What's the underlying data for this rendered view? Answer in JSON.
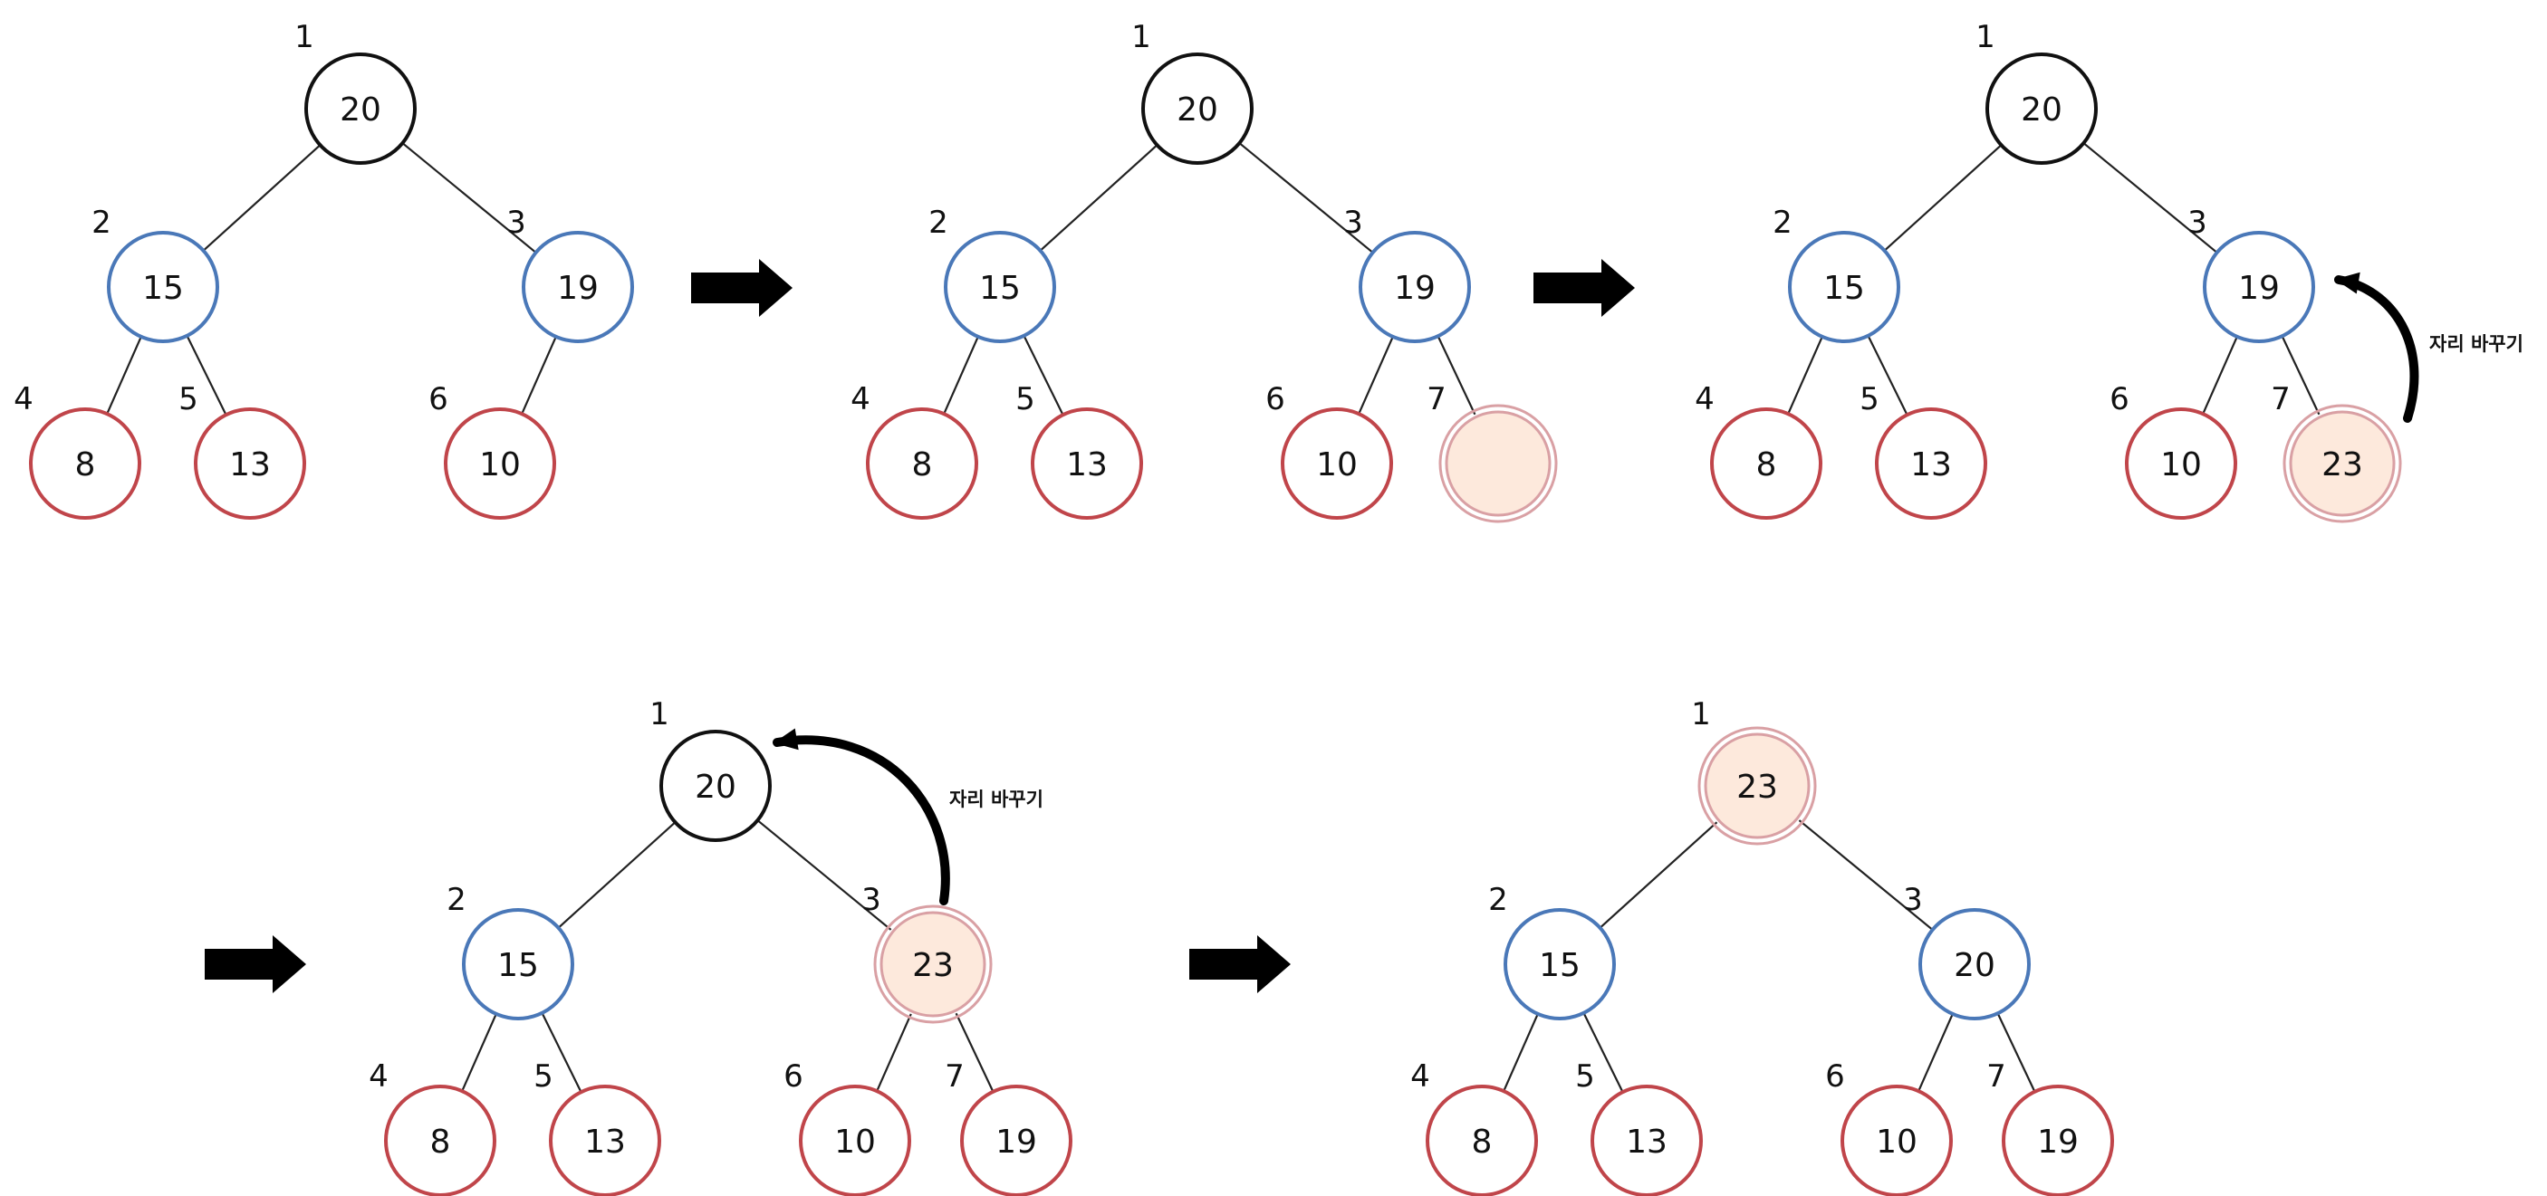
{
  "colors": {
    "root_stroke": "#111111",
    "mid_stroke": "#4a78b8",
    "leaf_stroke": "#c0454a",
    "highlight_fill": "#fde9dc",
    "highlight_stroke": "#d9a0a4",
    "edge": "#222222",
    "arrow": "#000000"
  },
  "annotation_text": "자리 바꾸기",
  "steps": [
    {
      "name": "step-1-initial-heap",
      "nodes": [
        {
          "index": "1",
          "value": "20",
          "level": "root",
          "highlight": false
        },
        {
          "index": "2",
          "value": "15",
          "level": "mid",
          "highlight": false
        },
        {
          "index": "3",
          "value": "19",
          "level": "mid",
          "highlight": false
        },
        {
          "index": "4",
          "value": "8",
          "level": "leaf",
          "highlight": false
        },
        {
          "index": "5",
          "value": "13",
          "level": "leaf",
          "highlight": false
        },
        {
          "index": "6",
          "value": "10",
          "level": "leaf",
          "highlight": false
        }
      ]
    },
    {
      "name": "step-2-add-empty-slot",
      "nodes": [
        {
          "index": "1",
          "value": "20",
          "level": "root",
          "highlight": false
        },
        {
          "index": "2",
          "value": "15",
          "level": "mid",
          "highlight": false
        },
        {
          "index": "3",
          "value": "19",
          "level": "mid",
          "highlight": false
        },
        {
          "index": "4",
          "value": "8",
          "level": "leaf",
          "highlight": false
        },
        {
          "index": "5",
          "value": "13",
          "level": "leaf",
          "highlight": false
        },
        {
          "index": "6",
          "value": "10",
          "level": "leaf",
          "highlight": false
        },
        {
          "index": "7",
          "value": "",
          "level": "leaf",
          "highlight": true
        }
      ]
    },
    {
      "name": "step-3-insert-23",
      "nodes": [
        {
          "index": "1",
          "value": "20",
          "level": "root",
          "highlight": false
        },
        {
          "index": "2",
          "value": "15",
          "level": "mid",
          "highlight": false
        },
        {
          "index": "3",
          "value": "19",
          "level": "mid",
          "highlight": false
        },
        {
          "index": "4",
          "value": "8",
          "level": "leaf",
          "highlight": false
        },
        {
          "index": "5",
          "value": "13",
          "level": "leaf",
          "highlight": false
        },
        {
          "index": "6",
          "value": "10",
          "level": "leaf",
          "highlight": false
        },
        {
          "index": "7",
          "value": "23",
          "level": "leaf",
          "highlight": true
        }
      ],
      "swap": {
        "from_node": "7",
        "to_node": "3"
      }
    },
    {
      "name": "step-4-after-first-swap",
      "nodes": [
        {
          "index": "1",
          "value": "20",
          "level": "root",
          "highlight": false
        },
        {
          "index": "2",
          "value": "15",
          "level": "mid",
          "highlight": false
        },
        {
          "index": "3",
          "value": "23",
          "level": "mid",
          "highlight": true
        },
        {
          "index": "4",
          "value": "8",
          "level": "leaf",
          "highlight": false
        },
        {
          "index": "5",
          "value": "13",
          "level": "leaf",
          "highlight": false
        },
        {
          "index": "6",
          "value": "10",
          "level": "leaf",
          "highlight": false
        },
        {
          "index": "7",
          "value": "19",
          "level": "leaf",
          "highlight": false
        }
      ],
      "swap": {
        "from_node": "3",
        "to_node": "1"
      }
    },
    {
      "name": "step-5-final-heap",
      "nodes": [
        {
          "index": "1",
          "value": "23",
          "level": "root",
          "highlight": true
        },
        {
          "index": "2",
          "value": "15",
          "level": "mid",
          "highlight": false
        },
        {
          "index": "3",
          "value": "20",
          "level": "mid",
          "highlight": false
        },
        {
          "index": "4",
          "value": "8",
          "level": "leaf",
          "highlight": false
        },
        {
          "index": "5",
          "value": "13",
          "level": "leaf",
          "highlight": false
        },
        {
          "index": "6",
          "value": "10",
          "level": "leaf",
          "highlight": false
        },
        {
          "index": "7",
          "value": "19",
          "level": "leaf",
          "highlight": false
        }
      ]
    }
  ],
  "transition_arrows": 4
}
